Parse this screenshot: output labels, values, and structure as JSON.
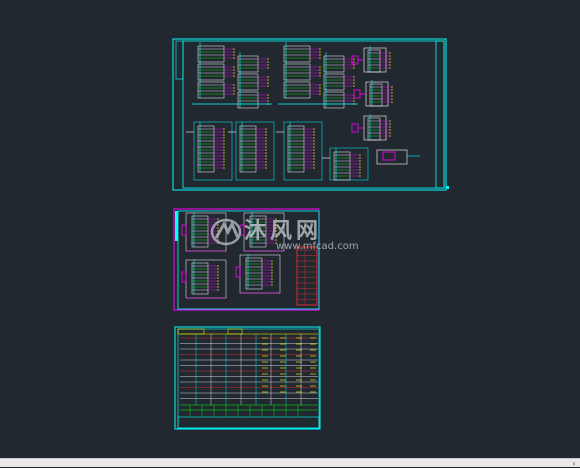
{
  "viewer": {
    "background": "#212830",
    "scroll_left_glyph": "‹"
  },
  "watermark": {
    "site_name": "沐风网",
    "url": "www.mfcad.com",
    "logo_icon": "mf-logo-icon"
  },
  "sheets": [
    {
      "name": "sheet-1-distribution-system-diagram",
      "border_color": "#00ffff"
    },
    {
      "name": "sheet-2-control-circuit-diagram",
      "border_color": "#ff00ff"
    },
    {
      "name": "sheet-3-wiring-table",
      "border_color": "#00ffff"
    }
  ],
  "colors": {
    "cyan": "#00ffff",
    "white": "#ffffff",
    "magenta": "#ff00ff",
    "yellow": "#ffff00",
    "red": "#ff3030",
    "green": "#00ff00"
  }
}
